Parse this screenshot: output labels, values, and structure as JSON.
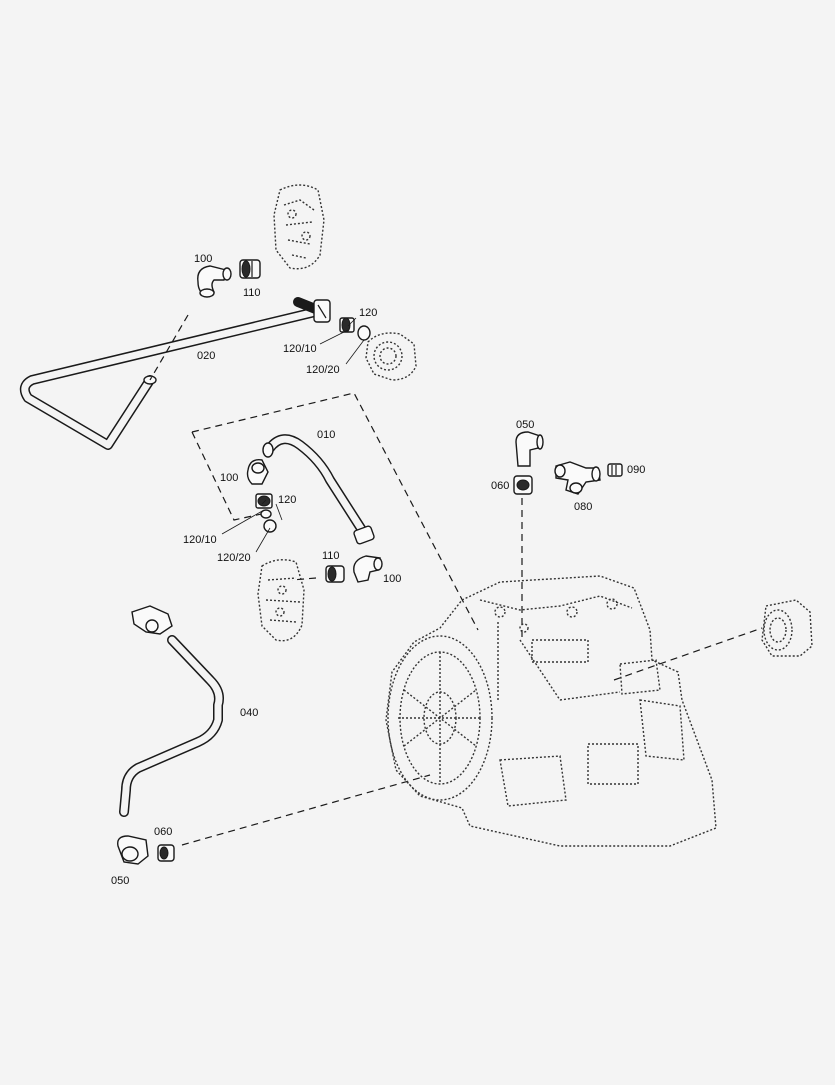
{
  "diagram": {
    "background": "#f4f4f4",
    "line_color": "#1a1a1a",
    "labels": {
      "l010": "010",
      "l020": "020",
      "l040": "040",
      "l050_top": "050",
      "l050_bottom": "050",
      "l060_top": "060",
      "l060_bottom": "060",
      "l080": "080",
      "l090": "090",
      "l100_top": "100",
      "l100_mid": "100",
      "l100_low": "100",
      "l110_top": "110",
      "l110_low": "110",
      "l120_top": "120",
      "l120_mid": "120",
      "l120_10_top": "120/10",
      "l120_20_top": "120/20",
      "l120_10_mid": "120/10",
      "l120_20_mid": "120/20"
    }
  }
}
